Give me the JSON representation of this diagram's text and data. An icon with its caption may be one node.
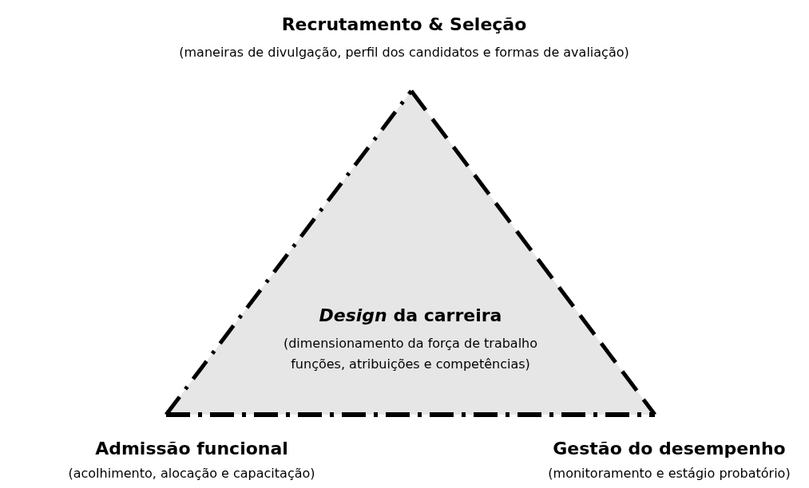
{
  "diagram": {
    "nodes": [
      {
        "text": [
          "*Design* da carreira",
          "(dimensionamento da força de trabalho funções, atribuições e competências)"
        ]
      }
    ],
    "edges": [],
    "labels": [
      "Recrutamento & Seleção",
      "(maneiras de divulgação, perfil dos candidatos e formas de avaliação)",
      "Admissão funcional",
      "(acolhimento, alocação e capacitação)",
      "Gestão do desempenho",
      "(monitoramento e estágio probatório)"
    ]
  }
}
